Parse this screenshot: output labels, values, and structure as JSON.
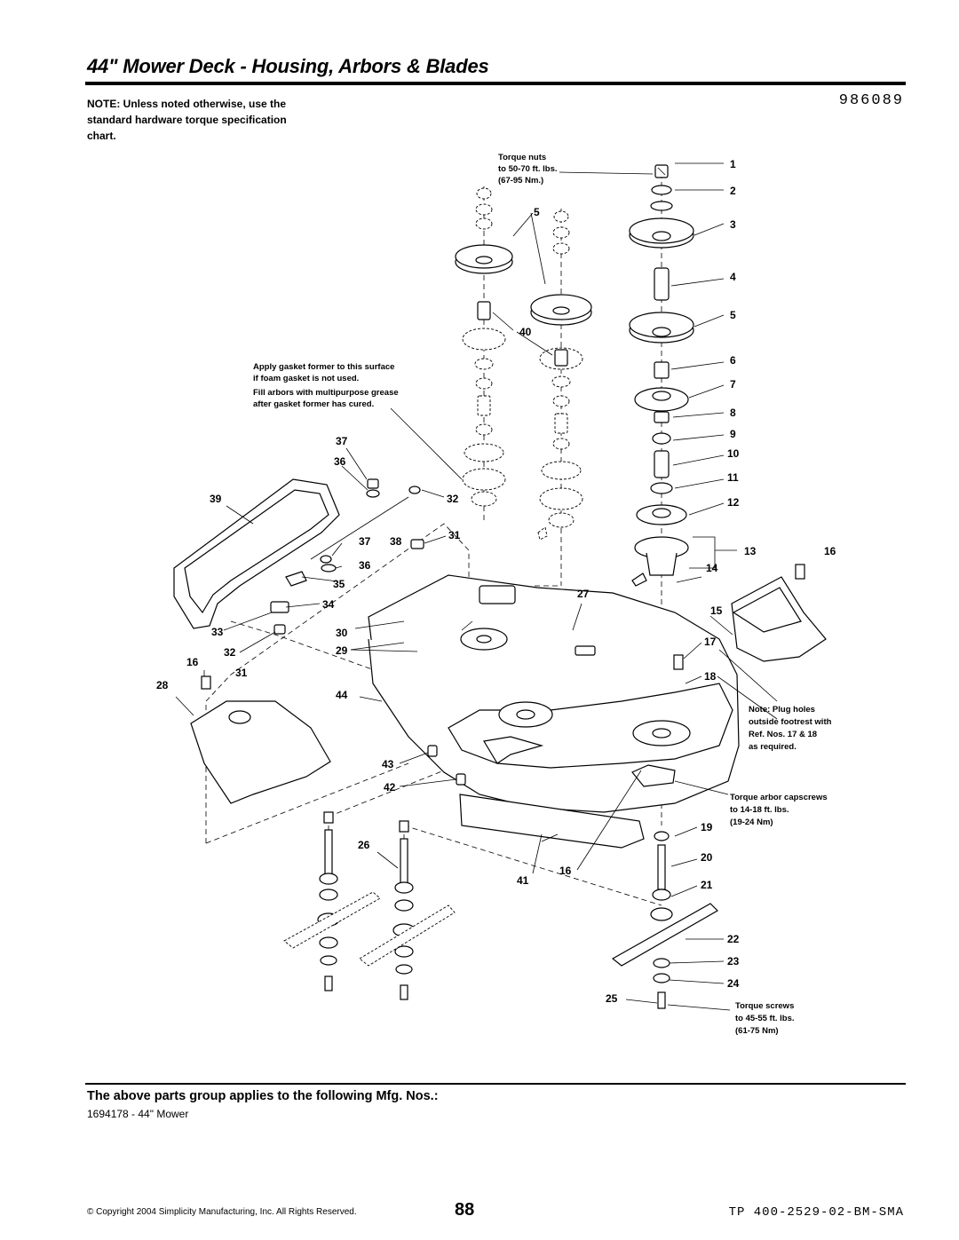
{
  "header": {
    "title": "44\" Mower Deck - Housing, Arbors & Blades",
    "doc_number": "986089"
  },
  "note": "NOTE: Unless noted otherwise, use the standard hardware torque specification chart.",
  "annotations": {
    "torque_nuts": [
      "Torque nuts",
      "to 50-70 ft. lbs.",
      "(67-95 Nm.)"
    ],
    "gasket": [
      "Apply gasket former to this surface",
      "if foam gasket is not used.",
      "Fill arbors with multipurpose grease",
      "after gasket former has cured."
    ],
    "plug_holes": [
      "Note: Plug holes",
      "outside footrest with",
      "Ref. Nos. 17 & 18",
      "as required."
    ],
    "arbor_capscrews": [
      "Torque arbor capscrews",
      "to 14-18 ft. lbs.",
      "(19-24 Nm)"
    ],
    "blade_screws": [
      "Torque screws",
      "to 45-55 ft. lbs.",
      "(61-75 Nm)"
    ]
  },
  "refs": [
    "1",
    "2",
    "3",
    "4",
    "5",
    "5",
    "40",
    "6",
    "7",
    "8",
    "9",
    "10",
    "11",
    "12",
    "13",
    "16",
    "14",
    "27",
    "15",
    "17",
    "18",
    "37",
    "36",
    "39",
    "32",
    "37",
    "38",
    "31",
    "36",
    "35",
    "34",
    "33",
    "30",
    "32",
    "29",
    "16",
    "31",
    "28",
    "44",
    "43",
    "42",
    "19",
    "26",
    "20",
    "41",
    "16",
    "21",
    "22",
    "23",
    "24",
    "25"
  ],
  "footer": {
    "applies_heading": "The above parts group applies to the following Mfg. Nos.:",
    "mfg_numbers": "1694178 - 44\" Mower",
    "copyright": "© Copyright 2004 Simplicity Manufacturing, Inc. All Rights Reserved.",
    "page_number": "88",
    "tp_number": "TP 400-2529-02-BM-SMA"
  }
}
